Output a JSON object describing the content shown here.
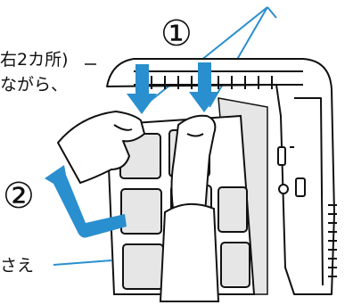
{
  "step_labels": {
    "one": "①",
    "two": "②"
  },
  "text_lines": {
    "line1": "右2カ所)",
    "line2": "ながら、",
    "line3": "さえ"
  },
  "colors": {
    "arrow_blue": "#2a8fce",
    "outline": "#111111",
    "filter_fill": "#e6e6e6",
    "background": "#ffffff"
  },
  "icons": {
    "down_arrows": "blue-down-arrow-icon",
    "bent_arrow": "blue-bent-arrow-icon"
  }
}
